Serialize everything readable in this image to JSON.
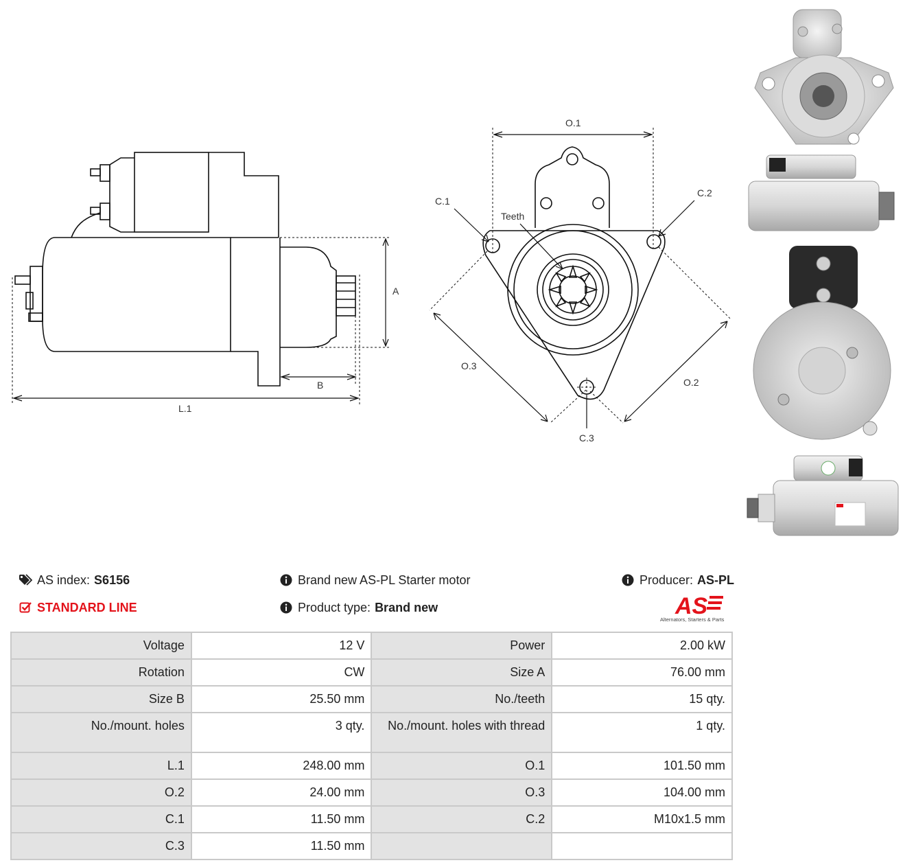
{
  "drawing": {
    "labels": {
      "a": "A",
      "b": "B",
      "l1": "L.1",
      "o1": "O.1",
      "o2": "O.2",
      "o3": "O.3",
      "c1": "C.1",
      "c2": "C.2",
      "c3": "C.3",
      "teeth": "Teeth"
    }
  },
  "info": {
    "index_label": "AS index:",
    "index_value": "S6156",
    "line": "STANDARD LINE",
    "description": "Brand new AS-PL Starter motor",
    "type_label": "Product type:",
    "type_value": "Brand new",
    "producer_label": "Producer:",
    "producer_value": "AS-PL"
  },
  "logo": {
    "text": "AS",
    "tagline": "Alternators, Starters & Parts",
    "color": "#e3131b"
  },
  "specs": [
    [
      "Voltage",
      "12 V",
      "Power",
      "2.00 kW"
    ],
    [
      "Rotation",
      "CW",
      "Size A",
      "76.00 mm"
    ],
    [
      "Size B",
      "25.50 mm",
      "No./teeth",
      "15 qty."
    ],
    [
      "No./mount. holes",
      "3 qty.",
      "No./mount. holes with thread",
      "1 qty."
    ],
    [
      "L.1",
      "248.00 mm",
      "O.1",
      "101.50 mm"
    ],
    [
      "O.2",
      "24.00 mm",
      "O.3",
      "104.00 mm"
    ],
    [
      "C.1",
      "11.50 mm",
      "C.2",
      "M10x1.5 mm"
    ],
    [
      "C.3",
      "11.50 mm",
      "",
      ""
    ]
  ],
  "icons": {
    "tags": "tags-icon",
    "check": "checkbox-checked-icon",
    "info": "info-circle-icon"
  }
}
